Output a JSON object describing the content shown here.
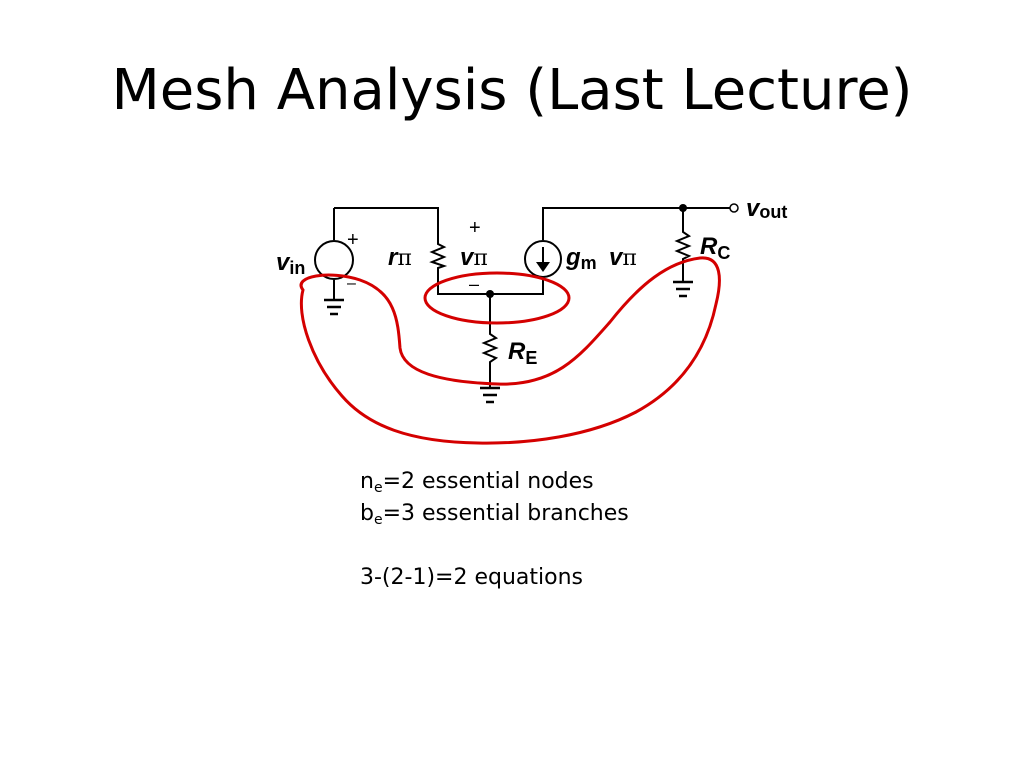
{
  "title": "Mesh Analysis (Last Lecture)",
  "circuit": {
    "vin": {
      "main": "v",
      "sub": "in"
    },
    "vin_plus": "+",
    "vin_minus": "–",
    "rpi": {
      "main": "r",
      "sym": "π"
    },
    "vpi": {
      "main": "v",
      "sym": "π"
    },
    "vpi_plus": "+",
    "vpi_minus": "–",
    "gm": {
      "main": "g",
      "sub": "m"
    },
    "gm_v": {
      "main": "v",
      "sym": "π"
    },
    "rc": {
      "main": "R",
      "sub": "C"
    },
    "re": {
      "main": "R",
      "sub": "E"
    },
    "vout": {
      "main": "v",
      "sub": "out"
    }
  },
  "colors": {
    "mesh": "#d40000",
    "wire": "#000000"
  },
  "notes": {
    "line1": {
      "base": "n",
      "sub": "e",
      "rest": "=2 essential nodes"
    },
    "line2": {
      "base": "b",
      "sub": "e",
      "rest": "=3 essential branches"
    },
    "line3": "3-(2-1)=2 equations"
  }
}
